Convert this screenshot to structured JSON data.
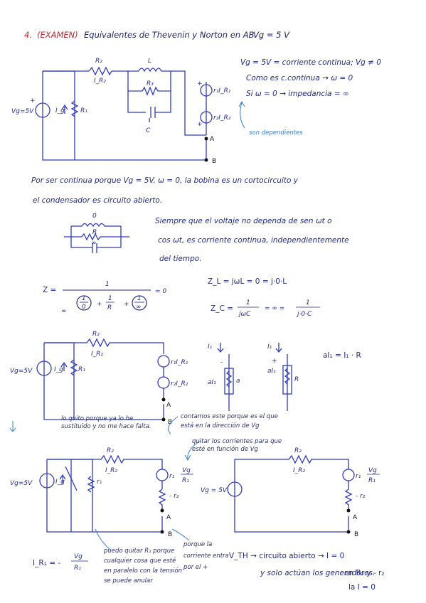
{
  "title": {
    "number": "4.",
    "exam": "(EXAMEN)",
    "text": "Equivalentes de Thevenin y Norton en AB.",
    "vg": "Vg = 5 V"
  },
  "circuit1": {
    "labels": {
      "r2": "R₂",
      "ir2": "I_R₂",
      "l": "L",
      "r3": "R₃",
      "c": "C",
      "vg": "Vg=5V",
      "ig": "I_g",
      "r1": "R₁",
      "r1ir1": "r₁I_R₁",
      "r2ir2": "r₂I_R₂",
      "a": "A",
      "b": "B",
      "plus": "+",
      "minus": "-"
    }
  },
  "notes_right": {
    "line1": "Vg = 5V = corriente continua; Vg ≠ 0",
    "line2": "Como es c.continua → ω = 0",
    "line3": "Si ω = 0 → impedancia = ∞",
    "dependientes": "son dependientes"
  },
  "para1": {
    "line1": "Por ser continua porque Vg = 5V, ω = 0, la bobina es un cortocircuito y",
    "line2": "el condensador es circuito abierto."
  },
  "small_circuit": {
    "top": "0",
    "r": "R",
    "inf": "∞"
  },
  "note_siempre": {
    "line1": "Siempre que el voltaje no dependa de sen ωt o",
    "line2": "cos ωt, es corriente continua, independientemente",
    "line3": "del tiempo."
  },
  "formula_z": {
    "z": "Z =",
    "num": "1",
    "d1": "1",
    "d1b": "0",
    "d2": "1",
    "d2b": "R",
    "d3": "1",
    "d3b": "∞",
    "inf": "∞",
    "result": "= 0",
    "plus": "+"
  },
  "formula_zl": "Z_L = jωL = 0 = j·0·L",
  "formula_zc": {
    "lhs": "Z_C =",
    "n1": "1",
    "d1": "jωC",
    "eq": "= ∞ =",
    "n2": "1",
    "d2": "j·0·C"
  },
  "circuit2": {
    "labels": {
      "r2": "R₂",
      "ir2": "I_R₂",
      "vg": "Vg=5V",
      "ig": "I_g",
      "r1": "R₁",
      "r1ir1": "r₁I_R₁",
      "r2ir2": "r₂I_R₂",
      "a": "A",
      "b": "B"
    }
  },
  "dep_sources": {
    "i1": "I₁",
    "ai1": "aI₁",
    "a": "a",
    "r": "R",
    "plus": "+",
    "minus": "-",
    "formula": "aI₁ = I₁ · R"
  },
  "notes_mid": {
    "quito": "lo quito porque ya lo he sustituido y no me hace falta.",
    "contamos": "contamos este porque es el que está en la dirección de Vg",
    "quitar": "quitar los corrientes para que esté en función de Vg"
  },
  "circuit3": {
    "labels": {
      "r2": "R₂",
      "ir2": "I_R₂",
      "vg": "Vg=5V",
      "ig": "I_g",
      "r1": "r₁",
      "vgr1": "Vg",
      "vgr1d": "R₁",
      "mr2": "- r₂",
      "a": "A",
      "b": "B"
    }
  },
  "circuit4": {
    "labels": {
      "r2": "R₂",
      "ir2": "I_R₂",
      "vg": "Vg = 5V",
      "r1": "r₁",
      "vgr1": "Vg",
      "vgr1d": "R₁",
      "mr2": "- r₂",
      "a": "A",
      "b": "B"
    }
  },
  "bottom": {
    "ir1_lhs": "I_R₁ = -",
    "ir1_num": "Vg",
    "ir1_den": "R₁",
    "puedo": "puedo quitar R₁ porque cualquier cosa que esté en paralelo con la tensión se puede anular",
    "porque": "porque la corriente entra por el +",
    "vth": "V_TH → circuito abierto → I = 0",
    "solo": "y solo actúan los generadores.",
    "en": "en R₂ y - r₂",
    "la": "la I = 0"
  }
}
